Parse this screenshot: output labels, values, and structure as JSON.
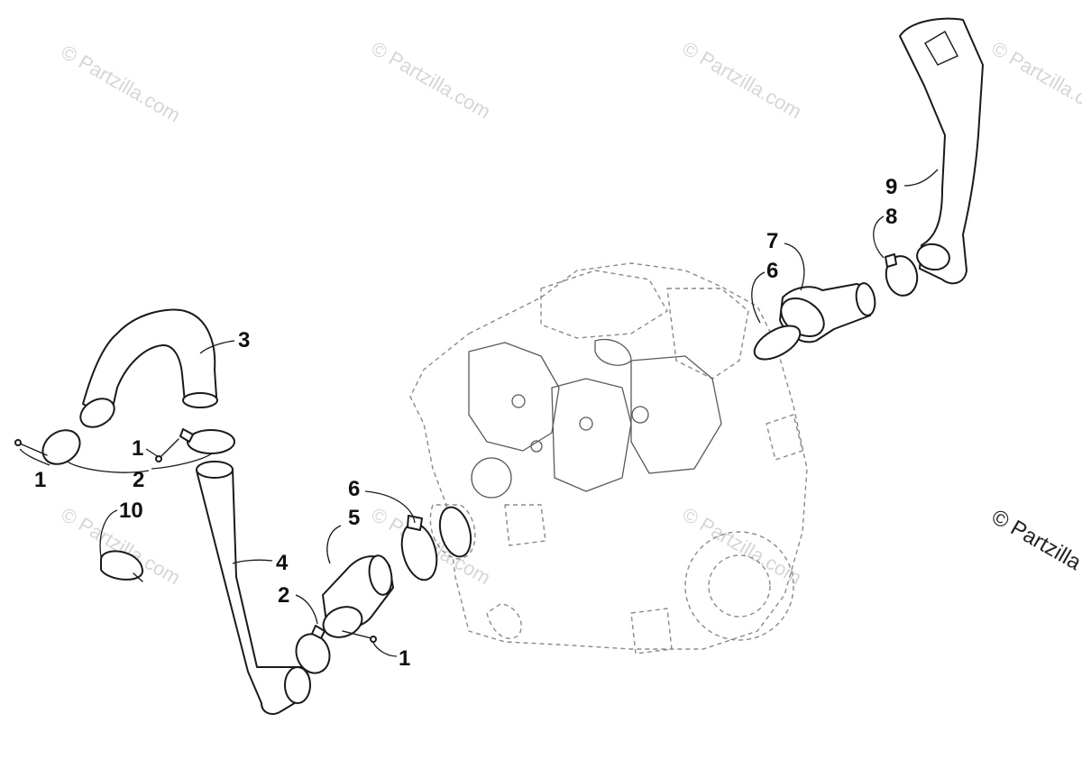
{
  "watermark": {
    "text": "© Partzilla.com",
    "edge_text": "© Partzilla"
  },
  "callouts": {
    "c1a": "1",
    "c2a": "2",
    "c1b": "1",
    "c3": "3",
    "c10": "10",
    "c4": "4",
    "c2b": "2",
    "c6a": "6",
    "c5": "5",
    "c1c": "1",
    "c7": "7",
    "c6b": "6",
    "c9": "9",
    "c8": "8"
  }
}
